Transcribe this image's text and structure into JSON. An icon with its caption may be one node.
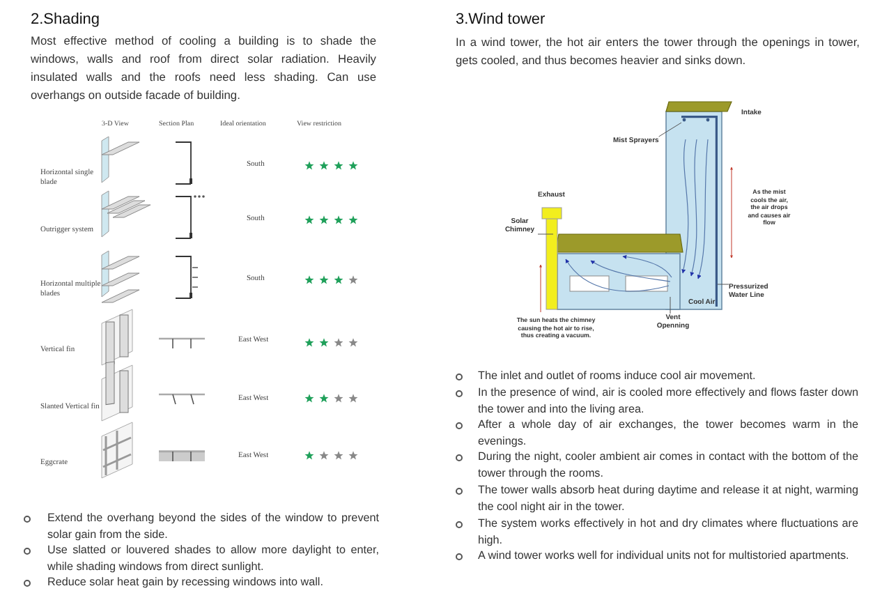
{
  "diagram": {
    "nodes": [
      {
        "text": [
          "Mist Sprayers"
        ]
      },
      {
        "text": [
          "Solar Chimney"
        ]
      },
      {
        "text": [
          "Pressurized Water Line"
        ]
      },
      {
        "text": [
          "Vent Openning"
        ]
      }
    ],
    "edges": [
      {
        "from": 0,
        "to": null,
        "arrow": "none"
      },
      {
        "from": 1,
        "to": null,
        "arrow": "none"
      },
      {
        "from": 2,
        "to": null,
        "arrow": "none"
      },
      {
        "from": 3,
        "to": null,
        "arrow": "none"
      }
    ],
    "labels": [
      "2.Shading",
      "Most  effective method of cooling a building is to shade the windows, walls and roof from direct solar radiation. Heavily insulated walls and the roofs need less shading. Can use overhangs on outside facade of  building.",
      "3-D View",
      "Section Plan",
      "Ideal orientation",
      "View restriction",
      "Horizontal single blade",
      "South",
      "Outrigger system",
      "South",
      "Horizontal multiple blades",
      "South",
      "Vertical fin",
      "East West",
      "Slanted Vertical fin",
      "East West",
      "Eggcrate",
      "East West",
      "Extend the overhang beyond the sides of the window to prevent solar gain from the side.",
      "Use slatted or louvered shades to allow more daylight to enter, while shading windows from direct sunlight.",
      "Reduce solar heat gain by recessing windows into wall.",
      "3.Wind tower",
      "In a wind tower, the hot air enters the tower through the openings in  tower, gets cooled, and thus becomes heavier and sinks down.",
      "Intake",
      "Exhaust",
      "As the mist cools the air, the air drops and causes air flow",
      "Cool Air",
      "The sun heats the chimney causing the hot air to rise, thus creating a vacuum.",
      "The inlet and outlet of rooms induce cool air movement.",
      "In the presence of wind, air is cooled more effectively and flows faster down the tower and into the living area.",
      "After a whole day of air exchanges, the tower becomes warm in the evenings.",
      "During the night, cooler ambient air comes in contact with the bottom of the tower through the rooms.",
      "The tower walls absorb heat during daytime and release it at night, warming the cool night air in the tower.",
      "The system works effectively in hot and dry climates where fluctuations are high.",
      "A wind tower works well for individual units not for multistoried apartments."
    ]
  }
}
